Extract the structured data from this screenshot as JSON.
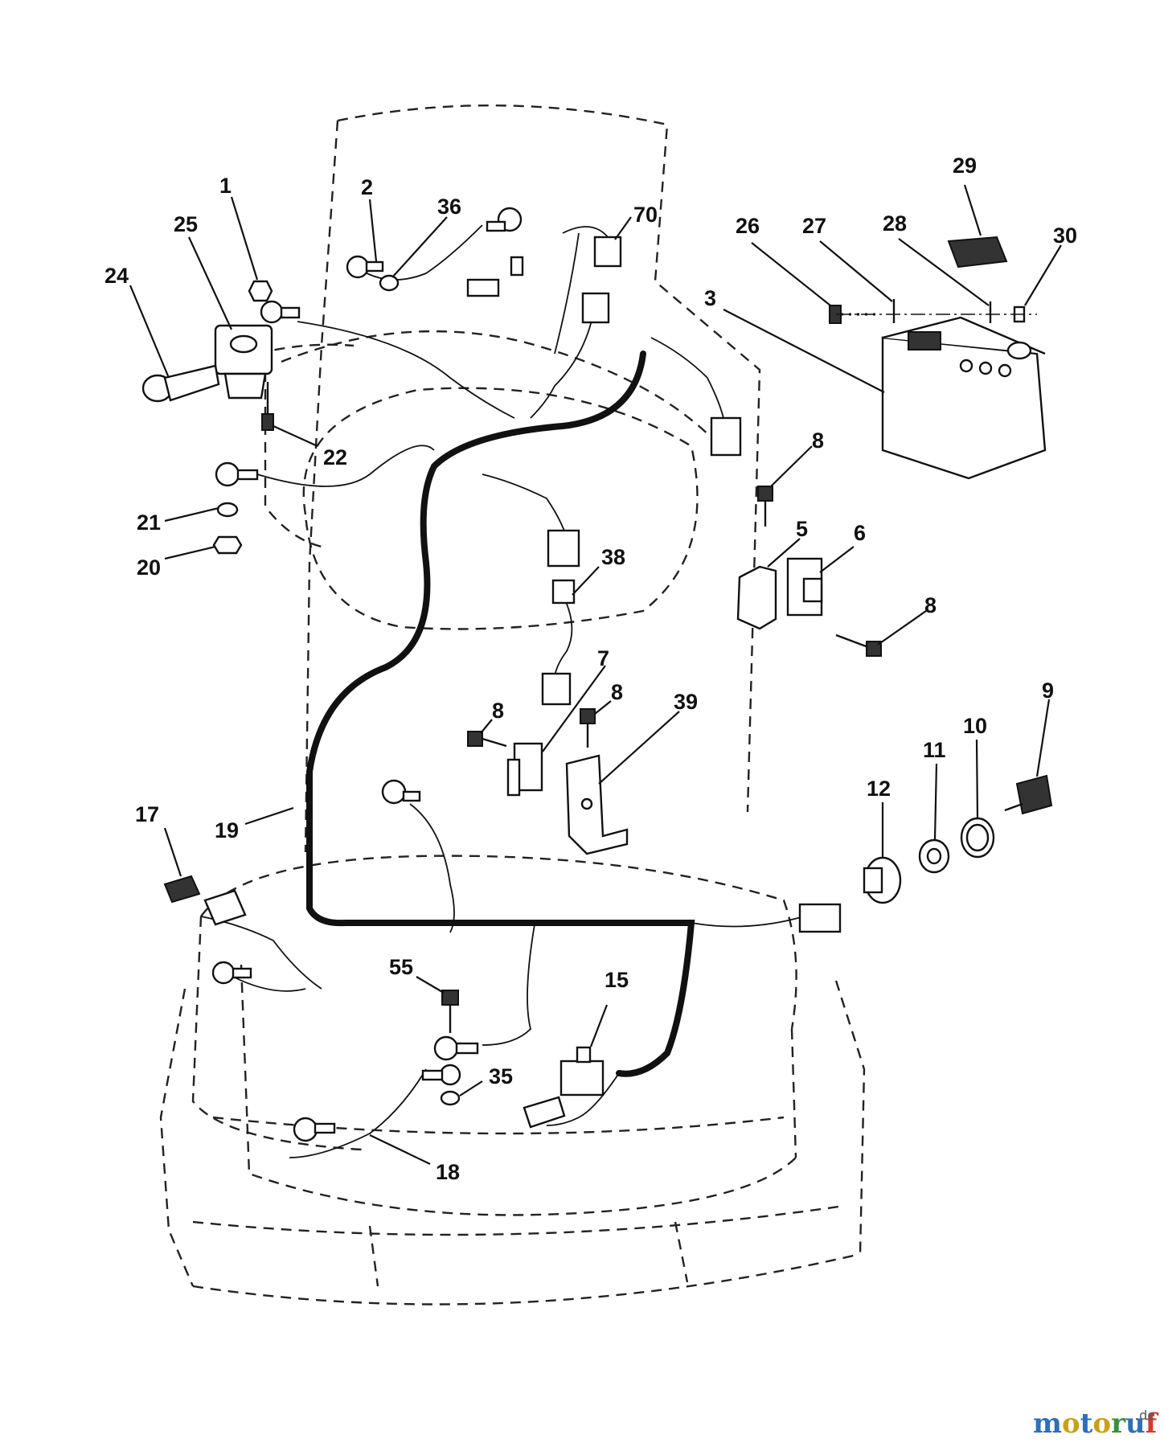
{
  "diagram": {
    "callouts": [
      {
        "id": "1",
        "label": "1"
      },
      {
        "id": "2",
        "label": "2"
      },
      {
        "id": "3",
        "label": "3"
      },
      {
        "id": "5",
        "label": "5"
      },
      {
        "id": "6",
        "label": "6"
      },
      {
        "id": "7",
        "label": "7"
      },
      {
        "id": "8a",
        "label": "8"
      },
      {
        "id": "8b",
        "label": "8"
      },
      {
        "id": "8c",
        "label": "8"
      },
      {
        "id": "8d",
        "label": "8"
      },
      {
        "id": "9",
        "label": "9"
      },
      {
        "id": "10",
        "label": "10"
      },
      {
        "id": "11",
        "label": "11"
      },
      {
        "id": "12",
        "label": "12"
      },
      {
        "id": "15",
        "label": "15"
      },
      {
        "id": "17",
        "label": "17"
      },
      {
        "id": "18",
        "label": "18"
      },
      {
        "id": "19",
        "label": "19"
      },
      {
        "id": "20",
        "label": "20"
      },
      {
        "id": "21",
        "label": "21"
      },
      {
        "id": "22",
        "label": "22"
      },
      {
        "id": "24",
        "label": "24"
      },
      {
        "id": "25",
        "label": "25"
      },
      {
        "id": "26",
        "label": "26"
      },
      {
        "id": "27",
        "label": "27"
      },
      {
        "id": "28",
        "label": "28"
      },
      {
        "id": "29",
        "label": "29"
      },
      {
        "id": "30",
        "label": "30"
      },
      {
        "id": "35",
        "label": "35"
      },
      {
        "id": "36",
        "label": "36"
      },
      {
        "id": "38",
        "label": "38"
      },
      {
        "id": "39",
        "label": "39"
      },
      {
        "id": "55",
        "label": "55"
      },
      {
        "id": "70",
        "label": "70"
      }
    ]
  },
  "watermark": {
    "text_m": "m",
    "text_o1": "o",
    "text_t": "t",
    "text_o2": "o",
    "text_r": "r",
    "text_u": "u",
    "text_f": "f",
    "tld": ".de",
    "colors": {
      "m": "#2f6fb5",
      "o1": "#c8a018",
      "t": "#2f6fb5",
      "o2": "#c8a018",
      "r": "#3a8f3a",
      "u": "#2f6fb5",
      "f": "#d43c2c"
    }
  }
}
